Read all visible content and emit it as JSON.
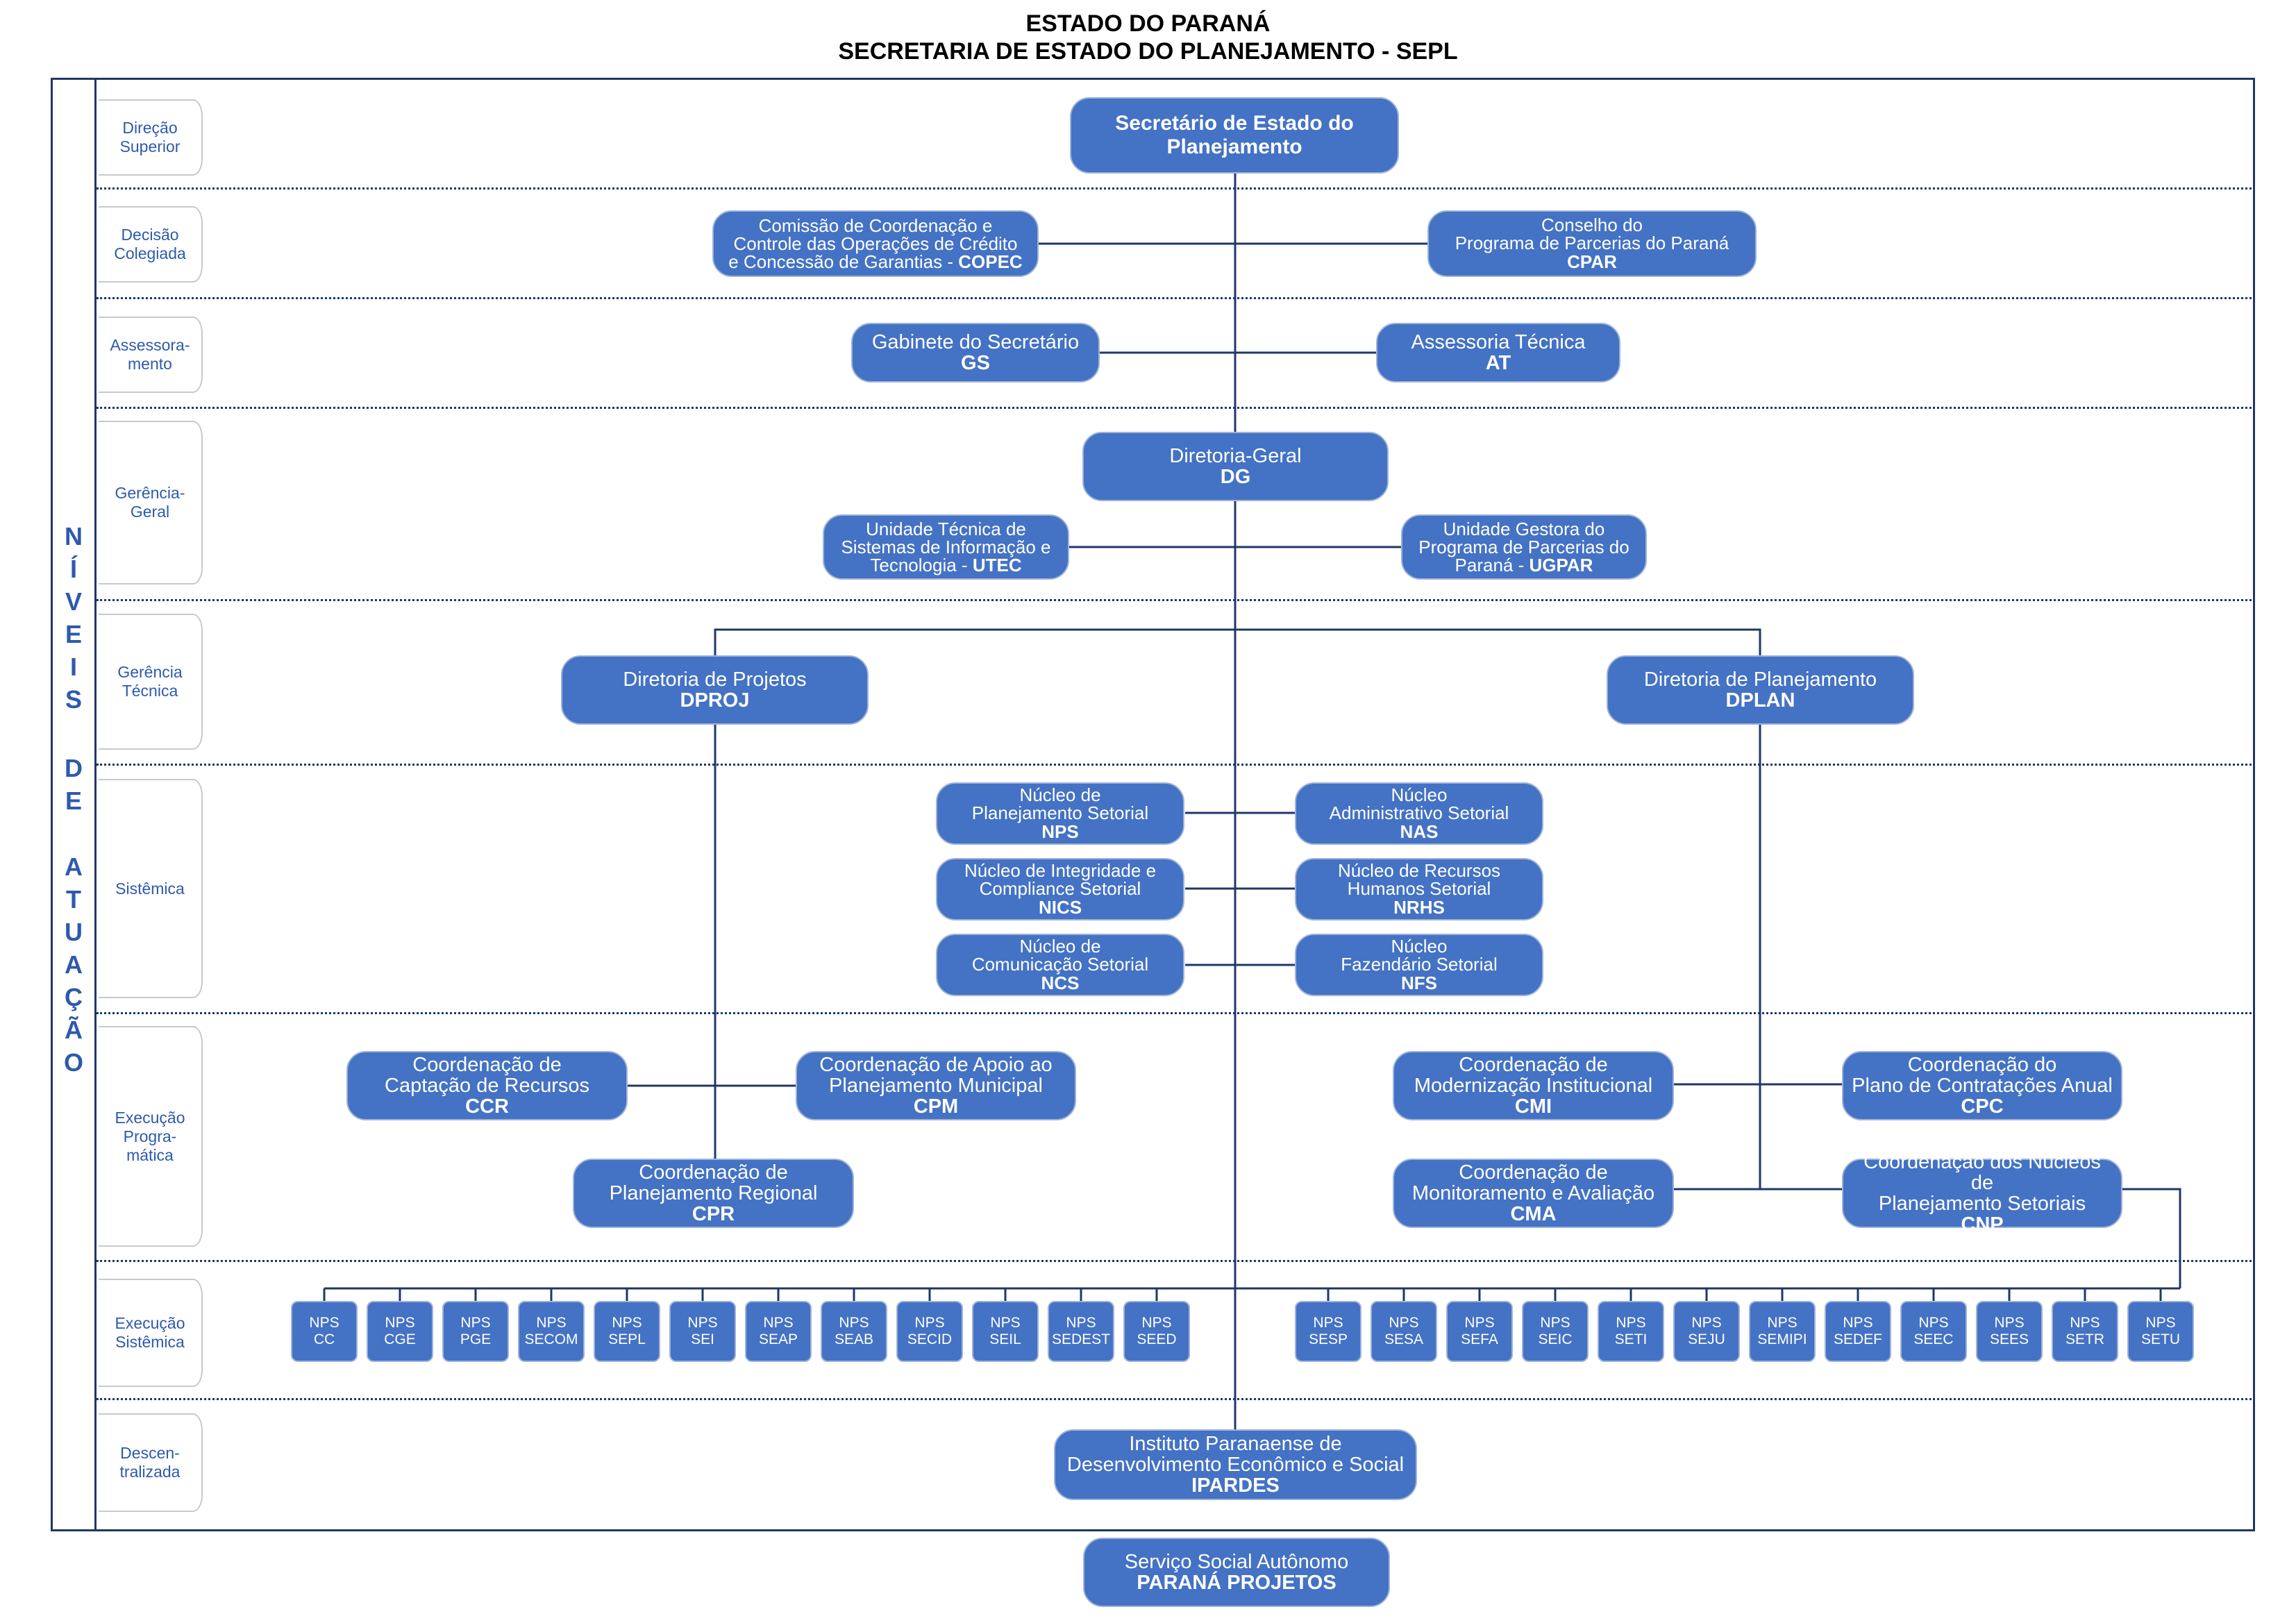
{
  "header": {
    "line1": "ESTADO DO PARANÁ",
    "line2": "SECRETARIA DE ESTADO DO PLANEJAMENTO - SEPL"
  },
  "vertical_label": [
    "N",
    "Í",
    "V",
    "E",
    "I",
    "S",
    "",
    "D",
    "E",
    "",
    "A",
    "T",
    "U",
    "A",
    "Ç",
    "Ã",
    "O"
  ],
  "levels": [
    "Direção\nSuperior",
    "Decisão\nColegiada",
    "Assessora-\nmento",
    "Gerência-\nGeral",
    "Gerência\nTécnica",
    "Sistêmica",
    "Execução\nProgra-\nmática",
    "Execução\nSistêmica",
    "Descen-\ntralizada"
  ],
  "units": {
    "secretario": {
      "line1": "Secretário de Estado do",
      "line2": "Planejamento"
    },
    "copec": {
      "line1": "Comissão de Coordenação e",
      "line2": "Controle das Operações de Crédito",
      "line3": "e Concessão de Garantias - ",
      "abbr": "COPEC"
    },
    "cpar": {
      "line1": "Conselho do",
      "line2": "Programa de Parcerias do Paraná",
      "abbr": "CPAR"
    },
    "gs": {
      "line1": "Gabinete do Secretário",
      "abbr": "GS"
    },
    "at": {
      "line1": "Assessoria Técnica",
      "abbr": "AT"
    },
    "dg": {
      "line1": "Diretoria-Geral",
      "abbr": "DG"
    },
    "utec": {
      "line1": "Unidade Técnica de",
      "line2": "Sistemas de Informação e",
      "line3": "Tecnologia - ",
      "abbr": "UTEC"
    },
    "ugpar": {
      "line1": "Unidade Gestora do",
      "line2": "Programa de Parcerias do",
      "line3": "Paraná - ",
      "abbr": "UGPAR"
    },
    "dproj": {
      "line1": "Diretoria de Projetos",
      "abbr": "DPROJ"
    },
    "dplan": {
      "line1": "Diretoria de Planejamento",
      "abbr": "DPLAN"
    },
    "nps": {
      "line1": "Núcleo de",
      "line2": "Planejamento Setorial",
      "abbr": "NPS"
    },
    "nas": {
      "line1": "Núcleo",
      "line2": "Administrativo Setorial",
      "abbr": "NAS"
    },
    "nics": {
      "line1": "Núcleo de Integridade e",
      "line2": "Compliance Setorial",
      "abbr": "NICS"
    },
    "nrhs": {
      "line1": "Núcleo de Recursos",
      "line2": "Humanos Setorial",
      "abbr": "NRHS"
    },
    "ncs": {
      "line1": "Núcleo de",
      "line2": "Comunicação Setorial",
      "abbr": "NCS"
    },
    "nfs": {
      "line1": "Núcleo",
      "line2": "Fazendário Setorial",
      "abbr": "NFS"
    },
    "ccr": {
      "line1": "Coordenação de",
      "line2": "Captação de Recursos",
      "abbr": "CCR"
    },
    "cpm": {
      "line1": "Coordenação de Apoio ao",
      "line2": "Planejamento Municipal",
      "abbr": "CPM"
    },
    "cpr": {
      "line1": "Coordenação de",
      "line2": "Planejamento Regional",
      "abbr": "CPR"
    },
    "cmi": {
      "line1": "Coordenação de",
      "line2": "Modernização Institucional",
      "abbr": "CMI"
    },
    "cpc": {
      "line1": "Coordenação do",
      "line2": "Plano de Contratações Anual",
      "abbr": "CPC"
    },
    "cma": {
      "line1": "Coordenação de",
      "line2": "Monitoramento e Avaliação",
      "abbr": "CMA"
    },
    "cnp": {
      "line1": "Coordenação dos Núcleos de",
      "line2": "Planejamento Setoriais",
      "abbr": "CNP"
    },
    "ipardes": {
      "line1": "Instituto Paranaense de",
      "line2": "Desenvolvimento Econômico e Social",
      "abbr": "IPARDES"
    },
    "pp": {
      "line1": "Serviço Social Autônomo",
      "abbr": "PARANÁ PROJETOS"
    }
  },
  "nps_prefix": "NPS",
  "nps_left": [
    "CC",
    "CGE",
    "PGE",
    "SECOM",
    "SEPL",
    "SEI",
    "SEAP",
    "SEAB",
    "SECID",
    "SEIL",
    "SEDEST",
    "SEED"
  ],
  "nps_right": [
    "SESP",
    "SESA",
    "SEFA",
    "SEIC",
    "SETI",
    "SEJU",
    "SEMIPI",
    "SEDEF",
    "SEEC",
    "SEES",
    "SETR",
    "SETU"
  ],
  "colors": {
    "box_fill": "#4472c4",
    "line": "#1f3864",
    "label_text": "#2e5aac"
  }
}
